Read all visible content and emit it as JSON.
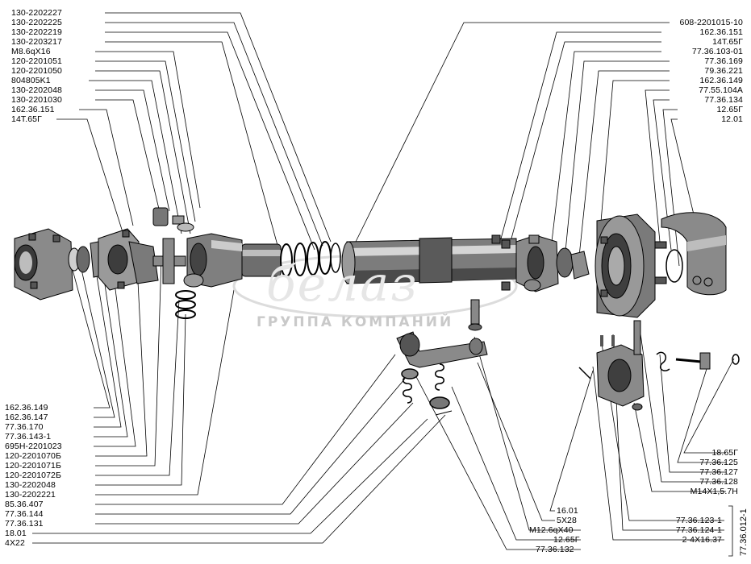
{
  "watermark": {
    "logo_text": "белаз",
    "company_text": "ГРУППА КОМПАНИЙ"
  },
  "colors": {
    "line": "#000000",
    "part_fill": "#8a8a8a",
    "part_dark": "#3a3a3a",
    "part_light": "#cfcfcf"
  },
  "labels_left_top": [
    "130-2202227",
    "130-2202225",
    "130-2202219",
    "130-2203217",
    "М8.6qX16",
    "120-2201051",
    "120-2201050",
    "804805K1",
    "130-2202048",
    "130-2201030",
    "162.36.151",
    "14Т.65Г"
  ],
  "labels_right_top": [
    "608-2201015-10",
    "162.36.151",
    "14Т.65Г",
    "77.36.103-01",
    "77.36.169",
    "79.36.221",
    "162.36.149",
    "77.55.104А",
    "77.36.134",
    "12.65Г",
    "12.01"
  ],
  "labels_left_bottom": [
    "162.36.149",
    "162.36.147",
    "77.36.170",
    "77.36.143-1",
    "695Н-2201023",
    "120-2201070Б",
    "120-2201071Б",
    "120-2201072Б",
    "130-2202048",
    "130-2202221",
    "85.36.407",
    "77.36.144",
    "77.36.131",
    "18.01",
    "4X22"
  ],
  "labels_middle_bottom": [
    "16.01",
    "5X28",
    "М12.6qX40",
    "12.65Г",
    "77.36.132"
  ],
  "labels_right_bottom": [
    "18.65Г",
    "77.36.125",
    "77.36.127",
    "77.36.128",
    "М14X1,5.7Н"
  ],
  "labels_right_group": [
    "77.36.123-1",
    "77.36.124-1",
    "2-4X16.37"
  ],
  "group_code": "77.36.012-1"
}
